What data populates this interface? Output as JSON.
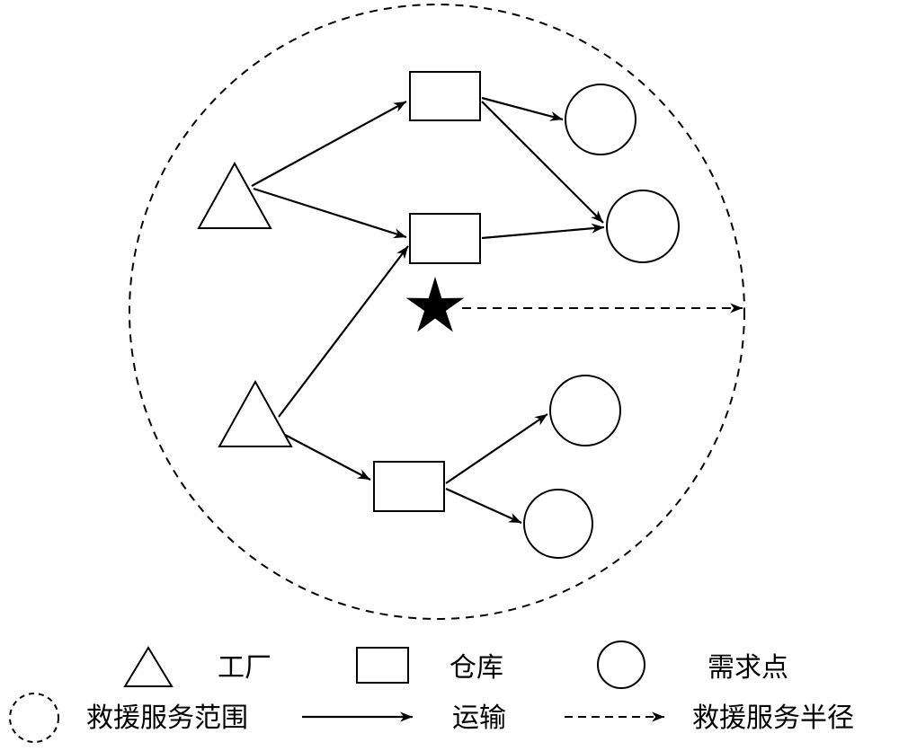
{
  "legend": {
    "factory": "工厂",
    "warehouse": "仓库",
    "demand_point": "需求点",
    "service_range": "救援服务范围",
    "transport": "运输",
    "service_radius": "救援服务半径"
  },
  "icons": {
    "factory": "triangle-icon",
    "warehouse": "rectangle-icon",
    "demand_point": "circle-icon",
    "center": "star-icon",
    "service_range": "dashed-circle-icon",
    "transport": "solid-arrow-icon",
    "service_radius": "dashed-arrow-icon"
  },
  "nodes": {
    "factories": [
      "factory-1",
      "factory-2"
    ],
    "warehouses": [
      "warehouse-1",
      "warehouse-2",
      "warehouse-3"
    ],
    "demand_points": [
      "demand-1",
      "demand-2",
      "demand-3",
      "demand-4"
    ],
    "center": "rescue-center"
  },
  "edges": [
    {
      "from": "factory-1",
      "to": "warehouse-1"
    },
    {
      "from": "factory-1",
      "to": "warehouse-2"
    },
    {
      "from": "factory-2",
      "to": "warehouse-2"
    },
    {
      "from": "factory-2",
      "to": "warehouse-3"
    },
    {
      "from": "warehouse-1",
      "to": "demand-1"
    },
    {
      "from": "warehouse-1",
      "to": "demand-2"
    },
    {
      "from": "warehouse-2",
      "to": "demand-2"
    },
    {
      "from": "warehouse-3",
      "to": "demand-3"
    },
    {
      "from": "warehouse-3",
      "to": "demand-4"
    }
  ]
}
